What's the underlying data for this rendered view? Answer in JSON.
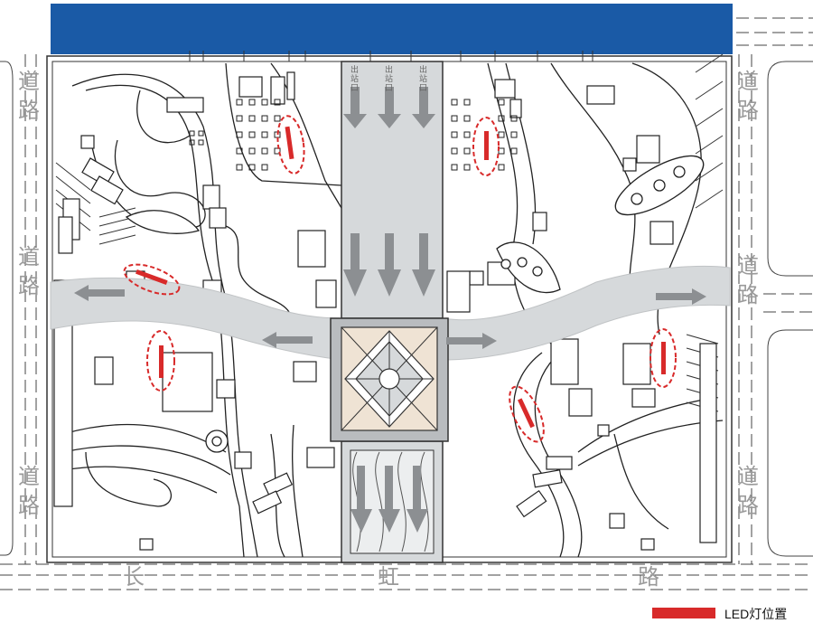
{
  "road_labels": {
    "left_top": [
      "道",
      "路"
    ],
    "left_middle": [
      "道",
      "路"
    ],
    "left_bottom": [
      "道",
      "路"
    ],
    "right_top": [
      "道",
      "路"
    ],
    "right_middle": [
      "道",
      "路"
    ],
    "right_bottom": [
      "道",
      "路"
    ],
    "bottom": [
      "长",
      "虹",
      "路"
    ]
  },
  "exit_labels": [
    [
      "出",
      "站",
      "口"
    ],
    [
      "出",
      "站",
      "口"
    ],
    [
      "出",
      "站",
      "口"
    ]
  ],
  "legend": {
    "label": "LED灯位置",
    "color": "#d82a2a"
  },
  "colors": {
    "building_band": "#1a5aa6",
    "flow_band": "#d6d9db",
    "arrow": "#8c8f92",
    "led": "#d82a2a",
    "plaza_tile": "#efe3d4"
  }
}
